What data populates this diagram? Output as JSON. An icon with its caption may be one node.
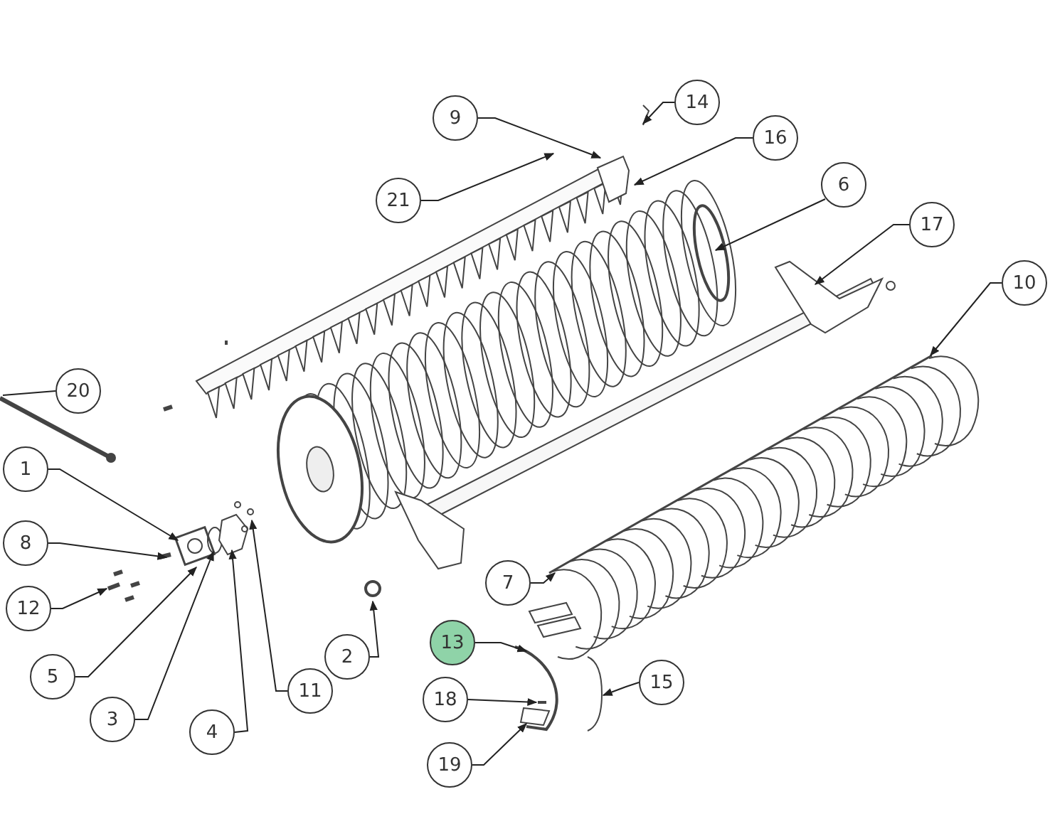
{
  "diagram": {
    "nodes": [
      {
        "text": [
          "14"
        ]
      },
      {
        "text": [
          "9"
        ]
      },
      {
        "text": [
          "16"
        ]
      },
      {
        "text": [
          "6"
        ]
      },
      {
        "text": [
          "21"
        ]
      },
      {
        "text": [
          "17"
        ]
      },
      {
        "text": [
          "10"
        ]
      },
      {
        "text": [
          "20"
        ]
      },
      {
        "text": [
          "1"
        ]
      },
      {
        "text": [
          "8"
        ]
      },
      {
        "text": [
          "7"
        ]
      },
      {
        "text": [
          "2"
        ]
      },
      {
        "text": [
          "12"
        ]
      },
      {
        "text": [
          "5"
        ]
      },
      {
        "text": [
          "13"
        ]
      },
      {
        "text": [
          "15"
        ]
      },
      {
        "text": [
          "11"
        ]
      },
      {
        "text": [
          "18"
        ]
      },
      {
        "text": [
          "3"
        ]
      },
      {
        "text": [
          "4"
        ]
      },
      {
        "text": [
          "19"
        ]
      }
    ],
    "edges": [
      {
        "from": 0,
        "to": null,
        "arrow": "to"
      },
      {
        "from": 1,
        "to": null,
        "arrow": "to"
      },
      {
        "from": 2,
        "to": null,
        "arrow": "to"
      },
      {
        "from": 3,
        "to": null,
        "arrow": "to"
      },
      {
        "from": 4,
        "to": null,
        "arrow": "to"
      },
      {
        "from": 5,
        "to": null,
        "arrow": "to"
      },
      {
        "from": 6,
        "to": null,
        "arrow": "to"
      },
      {
        "from": 7,
        "to": null,
        "arrow": "none"
      },
      {
        "from": 8,
        "to": null,
        "arrow": "to"
      },
      {
        "from": 9,
        "to": null,
        "arrow": "to"
      },
      {
        "from": 10,
        "to": null,
        "arrow": "to"
      },
      {
        "from": 11,
        "to": null,
        "arrow": "to"
      },
      {
        "from": 12,
        "to": null,
        "arrow": "to"
      },
      {
        "from": 13,
        "to": null,
        "arrow": "to"
      },
      {
        "from": 14,
        "to": null,
        "arrow": "to"
      },
      {
        "from": 15,
        "to": null,
        "arrow": "to"
      },
      {
        "from": 16,
        "to": null,
        "arrow": "to"
      },
      {
        "from": 17,
        "to": null,
        "arrow": "to"
      },
      {
        "from": 18,
        "to": null,
        "arrow": "to"
      },
      {
        "from": 19,
        "to": null,
        "arrow": "to"
      },
      {
        "from": 20,
        "to": null,
        "arrow": "to"
      }
    ]
  }
}
